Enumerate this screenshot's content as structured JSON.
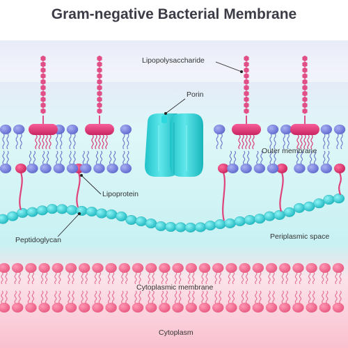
{
  "title": "Gram-negative Bacterial Membrane",
  "labels": {
    "lps": "Lipopolysaccharide",
    "porin": "Porin",
    "outer_membrane": "Outer membrane",
    "lipoprotein": "Lipoprotein",
    "peptidoglycan": "Peptidoglycan",
    "periplasmic": "Periplasmic space",
    "cytoplasmic_membrane": "Cytoplasmic membrane",
    "cytoplasm": "Cytoplasm"
  },
  "colors": {
    "title": "#3c3c46",
    "outer_head": "#6f78d6",
    "lps_core": "#e0427a",
    "lps_chain": "#e04f86",
    "lipoprotein": "#e0427a",
    "porin": "#29d3d8",
    "peptidoglycan": "#2bc6cc",
    "inner_head": "#ef6f92",
    "cytoplasm": "#f9c0cf"
  },
  "icons": [
    "lipopolysaccharide-icon",
    "porin-icon",
    "lipoprotein-icon",
    "peptidoglycan-icon",
    "phospholipid-icon"
  ]
}
